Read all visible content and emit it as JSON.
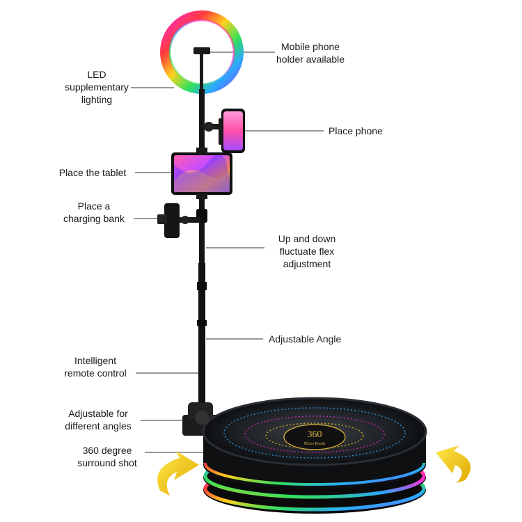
{
  "labels": {
    "led": [
      "LED",
      "supplementary",
      "lighting"
    ],
    "mobile_holder": [
      "Mobile phone",
      "holder available"
    ],
    "place_phone": [
      "Place phone"
    ],
    "place_tablet": [
      "Place the tablet"
    ],
    "charging_bank": [
      "Place a",
      "charging bank"
    ],
    "flex": [
      "Up and down",
      "fluctuate flex",
      "adjustment"
    ],
    "angle": [
      "Adjustable Angle"
    ],
    "remote": [
      "Intelligent",
      "remote control"
    ],
    "angles": [
      "Adjustable for",
      "different angles"
    ],
    "surround": [
      "360 degree",
      "surround shot"
    ]
  },
  "platform_badge": {
    "number": "360",
    "text": "Photo Booth"
  },
  "colors": {
    "pole": "#151515",
    "leader": "#333333",
    "arrow_yellow": "#f2c400",
    "ring_gradient": [
      "#ff2bd6",
      "#ff3b3b",
      "#ffd21f",
      "#33e05a",
      "#2aa8ff",
      "#8b4dff"
    ]
  }
}
